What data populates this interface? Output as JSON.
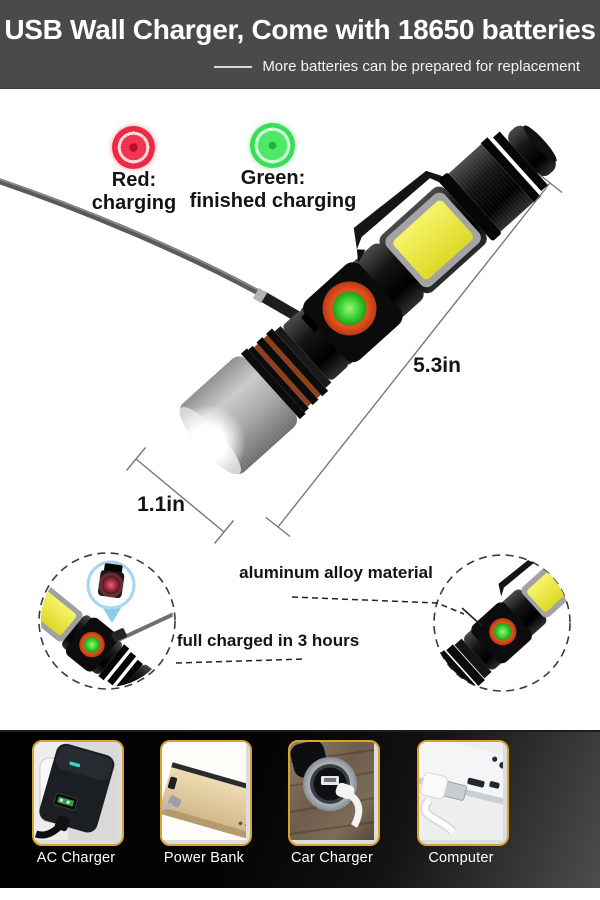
{
  "header": {
    "title": "USB Wall Charger, Come with 18650 batteries",
    "subtitle": "More batteries can be prepared for replacement"
  },
  "indicators": {
    "red": {
      "name": "Red:",
      "desc": "charging"
    },
    "green": {
      "name": "Green:",
      "desc": "finished charging"
    }
  },
  "dimensions": {
    "length": "5.3in",
    "diameter": "1.1in"
  },
  "callouts": {
    "material": "aluminum alloy material",
    "charge_time": "full charged in 3 hours"
  },
  "charging_methods": [
    {
      "label": "AC Charger"
    },
    {
      "label": "Power Bank"
    },
    {
      "label": "Car Charger"
    },
    {
      "label": "Computer"
    }
  ],
  "icons": {
    "red_led": "red-indicator-dot",
    "green_led": "green-indicator-dot",
    "magnifier": "zoom-bubble-charging-port"
  },
  "colors": {
    "header_bg": "#4a4a4a",
    "accent_gold": "#d9a22b",
    "indicator_red": "#e81f38",
    "indicator_green": "#3fe05c",
    "cob_yellow": "#efe84a",
    "button_green": "#46d93a",
    "button_ring_orange": "#e2511f",
    "magnifier_blue": "#a5d6ef"
  }
}
